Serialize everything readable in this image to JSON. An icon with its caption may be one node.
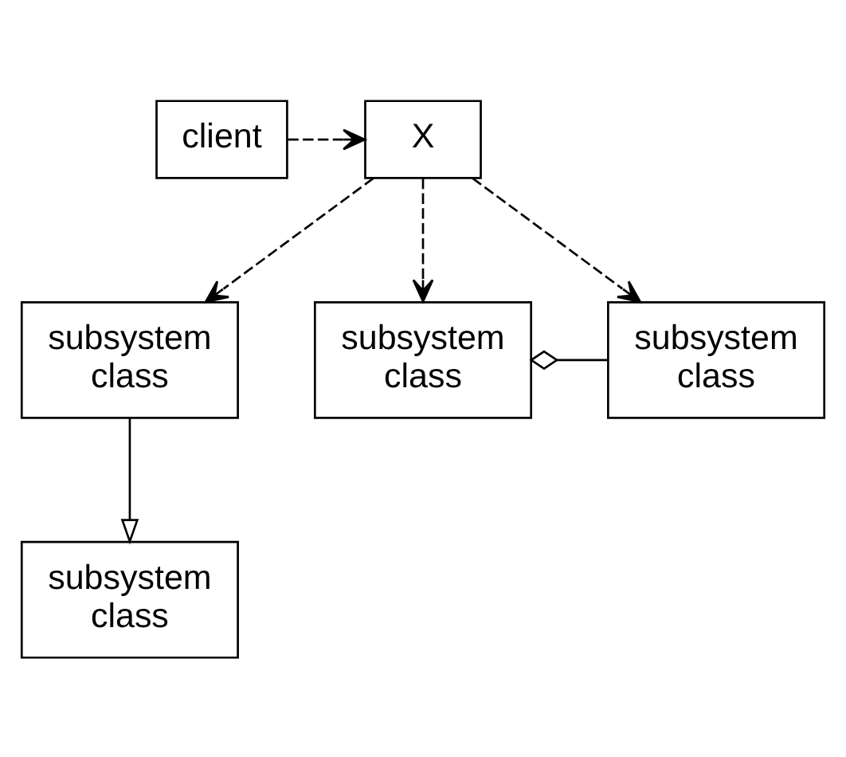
{
  "diagram": {
    "nodes": [
      {
        "text": [
          "client"
        ]
      },
      {
        "text": [
          "X"
        ]
      },
      {
        "text": [
          "subsystem class"
        ]
      },
      {
        "text": [
          "subsystem class"
        ]
      },
      {
        "text": [
          "subsystem class"
        ]
      },
      {
        "text": [
          "subsystem class"
        ]
      }
    ],
    "edges": [
      {
        "from": 0,
        "to": 1,
        "arrow": "to",
        "style": "dashed"
      },
      {
        "from": 1,
        "to": 2,
        "arrow": "to",
        "style": "dashed"
      },
      {
        "from": 1,
        "to": 4,
        "arrow": "to",
        "style": "dashed"
      },
      {
        "from": 1,
        "to": 5,
        "arrow": "to",
        "style": "dashed"
      },
      {
        "from": 2,
        "to": 3,
        "arrow": "to"
      },
      {
        "from": 4,
        "to": 5,
        "arrow": "other"
      }
    ]
  }
}
